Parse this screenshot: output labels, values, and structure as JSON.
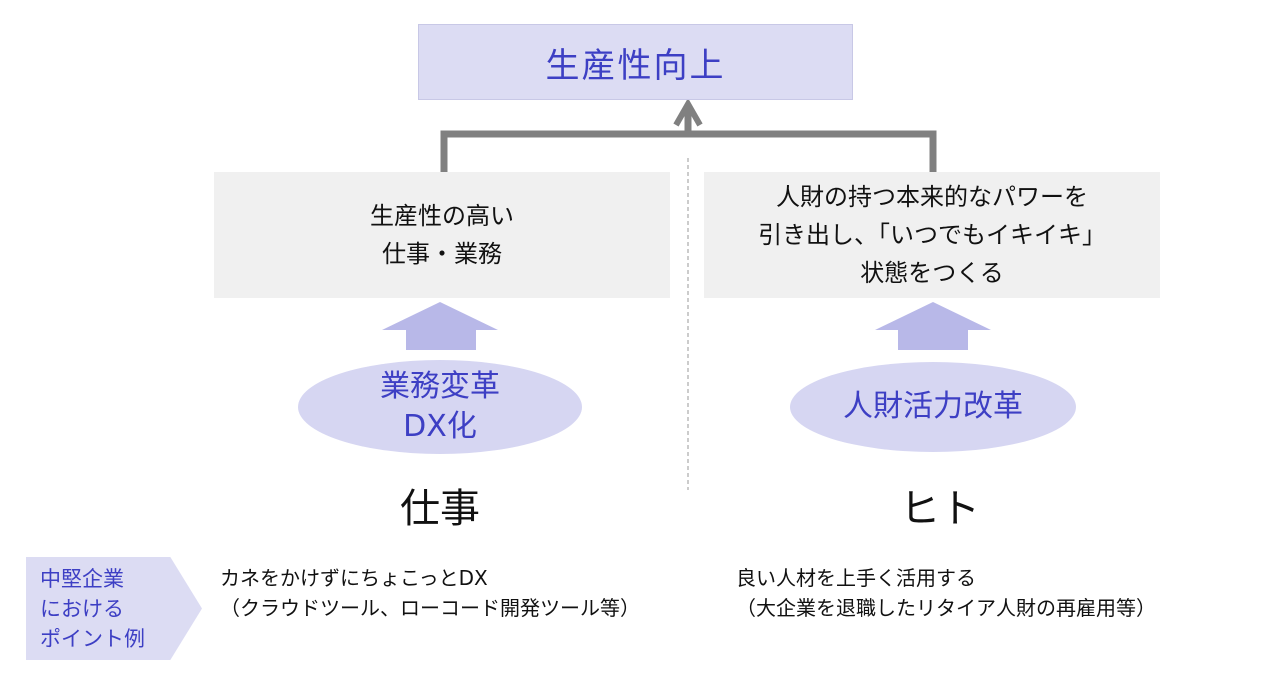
{
  "goal": "生産性向上",
  "left": {
    "box_lines": [
      "生産性の高い",
      "仕事・業務"
    ],
    "ellipse_lines": [
      "業務変革",
      "DX化"
    ],
    "category": "仕事",
    "point_lines": [
      "カネをかけずにちょこっとDX",
      "（クラウドツール、ローコード開発ツール等）"
    ]
  },
  "right": {
    "box_lines": [
      "人財の持つ本来的なパワーを",
      "引き出し、「いつでもイキイキ」",
      "状態をつくる"
    ],
    "ellipse_lines": [
      "人財活力改革"
    ],
    "category": "ヒト",
    "point_lines": [
      "良い人材を上手く活用する",
      "（大企業を退職したリタイア人財の再雇用等）"
    ]
  },
  "point_tag_lines": [
    "中堅企業",
    "における",
    "ポイント例"
  ],
  "colors": {
    "accent_text": "#3d3fc4",
    "accent_fill": "#dcdcf3",
    "box_fill": "#f0f0f0",
    "connector": "#808080"
  }
}
